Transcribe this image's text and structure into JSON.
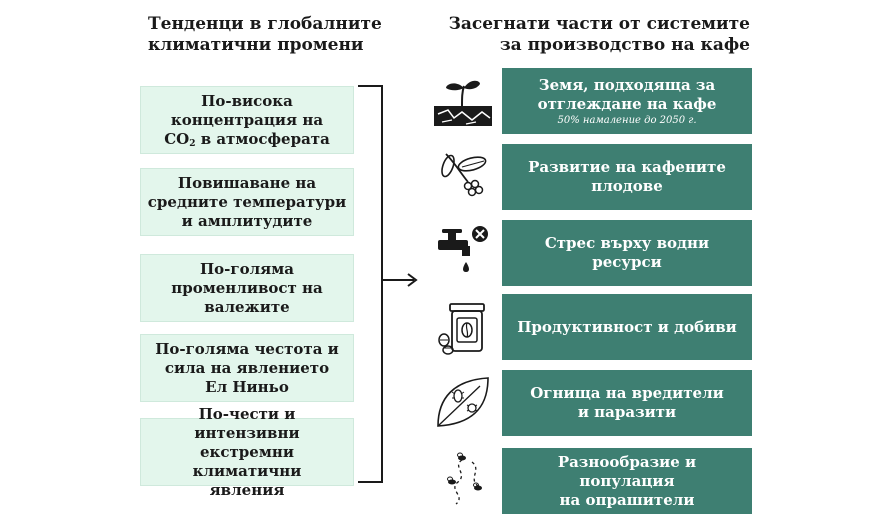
{
  "left_heading": {
    "line1": "Тенденци в глобалните",
    "line2": "климатични промени"
  },
  "right_heading": {
    "line1": "Засегнати части от системите",
    "line2": "за производство на кафе"
  },
  "trends": [
    {
      "line1": "По-висока",
      "line2": "концентрация на",
      "line3_pre": "CO",
      "line3_sub": "2",
      "line3_post": " в атмосферата"
    },
    {
      "line1": "Повишаване на",
      "line2": "средните температури",
      "line3": "и амплитудите"
    },
    {
      "line1": "По-голяма",
      "line2": "променливост на",
      "line3": "валежите"
    },
    {
      "line1": "По-голяма честота и",
      "line2": "сила на явлението",
      "line3": "Ел Ниньо"
    },
    {
      "line1": "По-чести и интензивни",
      "line2": "екстремни климатични",
      "line3": "явления"
    }
  ],
  "impacts": [
    {
      "line1": "Земя, подходяща за",
      "line2": "отглеждане на кафе",
      "note": "50% намаление до 2050 г.",
      "icon": "seedling-soil-icon"
    },
    {
      "line1": "Развитие на кафените",
      "line2": "плодове",
      "icon": "coffee-branch-icon"
    },
    {
      "line1": "Стрес върху водни ресурси",
      "icon": "faucet-water-icon"
    },
    {
      "line1": "Продуктивност и добиви",
      "icon": "coffee-jar-icon"
    },
    {
      "line1": "Огнища на вредители",
      "line2": "и паразити",
      "icon": "pest-leaf-icon"
    },
    {
      "line1": "Разнообразие и популация",
      "line2": "на опрашители",
      "icon": "pollinator-icon"
    }
  ],
  "colors": {
    "trend_box": "#e3f6ec",
    "impact_box": "#3e7f72",
    "text": "#1a1a1a"
  }
}
